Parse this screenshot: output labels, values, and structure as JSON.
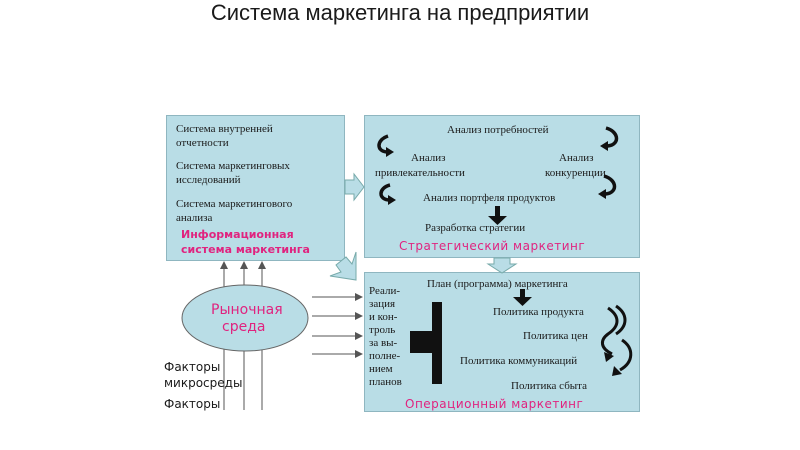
{
  "title": "Система маркетинга на предприятии",
  "info": {
    "items": [
      "Система внутренней отчетности",
      "Система маркетинговых исследований",
      "Система маркетингового анализа"
    ],
    "items_lines": [
      [
        "Система внутренней",
        "отчетности"
      ],
      [
        "Система маркетинговых",
        "исследований"
      ],
      [
        "Система маркетингового",
        "анализа"
      ]
    ],
    "label_lines": [
      "Информационная",
      "система маркетинга"
    ]
  },
  "strategic": {
    "needs": "Анализ потребностей",
    "attract_lines": [
      "Анализ",
      "привлекательности"
    ],
    "compet_lines": [
      "Анализ",
      "конкуренции"
    ],
    "portfolio": "Анализ портфеля продуктов",
    "strategy": "Разработка стратегии",
    "label": "Стратегический маркетинг"
  },
  "operational": {
    "control_lines": [
      "Реали-",
      "зация",
      "и кон-",
      "троль",
      "за вы-",
      "полне-",
      "нием",
      "планов"
    ],
    "plan": "План (программа) маркетинга",
    "policies": [
      "Политика продукта",
      "Политика цен",
      "Политика коммуникаций",
      "Политика сбыта"
    ],
    "label": "Операционный маркетинг"
  },
  "market": {
    "label_lines": [
      "Рыночная",
      "среда"
    ],
    "factors_lines": [
      "Факторы",
      "микросреды",
      "Факторы"
    ]
  },
  "colors": {
    "box_fill": "#b9dde6",
    "accent": "#e0237f",
    "ellipse_fill": "#b9dde6"
  },
  "icons": [
    "curved-arrow-icon",
    "down-arrow-icon",
    "t-shape-icon"
  ]
}
